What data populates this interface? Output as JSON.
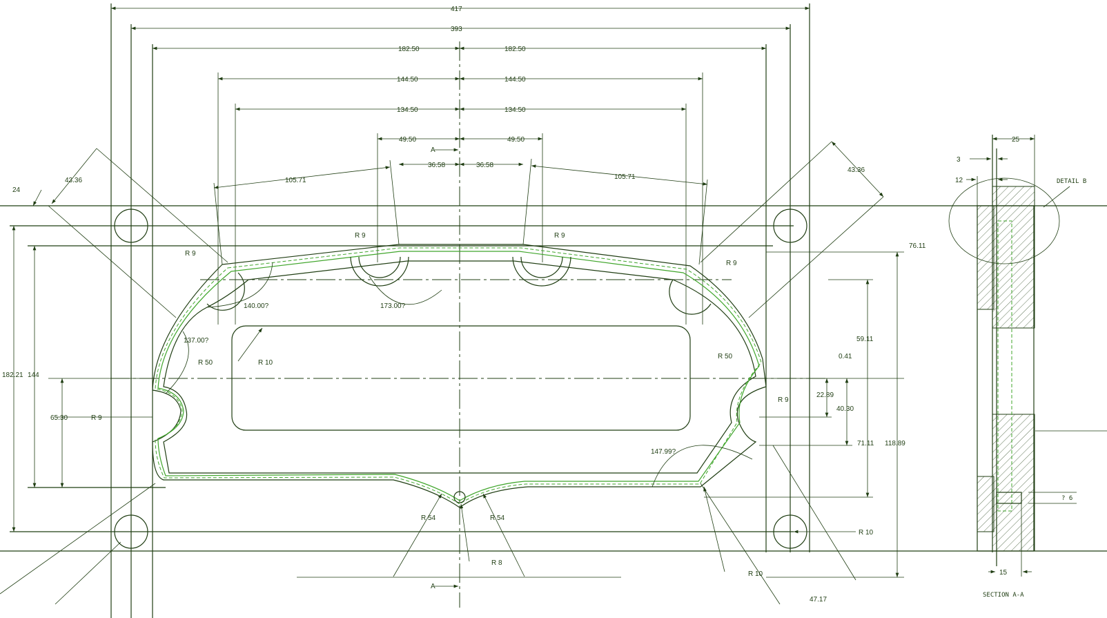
{
  "drawing": {
    "line_color": "#1f3d12",
    "hidden_line_color": "#3fa52a",
    "top_dims": {
      "overall_417": "417",
      "overall_393": "393",
      "half_182_left": "182.50",
      "half_182_right": "182.50",
      "half_144_left": "144.50",
      "half_144_right": "144.50",
      "half_134_left": "134.50",
      "half_134_right": "134.50",
      "half_49_left": "49.50",
      "half_49_right": "49.50",
      "half_36_left": "36.58",
      "half_36_right": "36.58",
      "chord_left": "105.71",
      "chord_right": "105.71"
    },
    "left_dims": {
      "offset_24": "24",
      "diag_left": "43.36",
      "height_182": "182.21",
      "height_144": "144",
      "height_65": "65.30",
      "r9_left": "R 9",
      "r9_top_left": "R 9",
      "angle_140": "140.00?",
      "angle_137": "137.00?",
      "r50_left": "R 50",
      "r10_pocket": "R 10"
    },
    "center_dims": {
      "section_top": "A",
      "section_bottom": "A",
      "r9_tl": "R 9",
      "r9_tr": "R 9",
      "angle_173": "173.00?",
      "r54_left": "R 54",
      "r54_right": "R 54",
      "r8": "R 8"
    },
    "right_dims": {
      "diag_right": "43.36",
      "r9_right_top": "R 9",
      "dim_76": "76.11",
      "dim_59": "59.11",
      "r50_right": "R 50",
      "dim_041": "0.41",
      "r9_right": "R 9",
      "dim_22": "22.89",
      "dim_40": "40.30",
      "dim_71": "71.11",
      "dim_118": "118.89",
      "angle_147": "147.99?",
      "r10_corner": "R 10",
      "r10_bottom": "R 10",
      "dim_47": "47.17"
    },
    "section": {
      "dim_25": "25",
      "dim_3": "3",
      "dim_12": "12",
      "detail_label": "DETAIL B",
      "dim_6": "? 6",
      "dim_15": "15",
      "title": "SECTION A-A"
    }
  }
}
